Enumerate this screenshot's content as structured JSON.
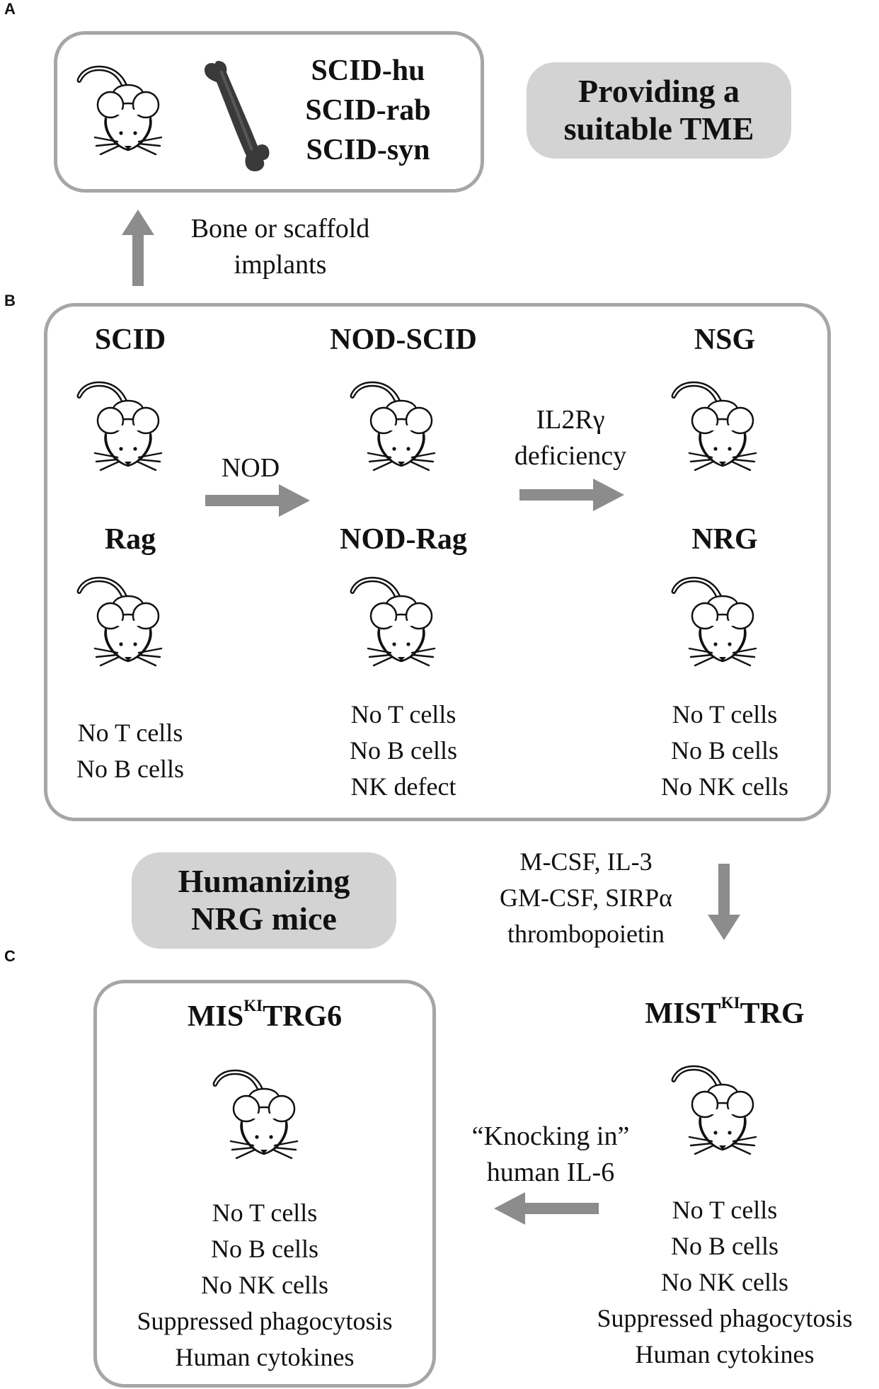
{
  "panels": {
    "a": "A",
    "b": "B",
    "c": "C"
  },
  "panel_a": {
    "models": [
      "SCID-hu",
      "SCID-rab",
      "SCID-syn"
    ],
    "badge": [
      "Providing a",
      "suitable TME"
    ],
    "arrow_label": [
      "Bone or scaffold",
      "implants"
    ]
  },
  "panel_b": {
    "scid": "SCID",
    "nod_scid": "NOD-SCID",
    "nsg": "NSG",
    "rag": "Rag",
    "nod_rag": "NOD-Rag",
    "nrg": "NRG",
    "arrow_nod": "NOD",
    "arrow_il2": [
      "IL2Rγ",
      "deficiency"
    ],
    "rag_traits": [
      "No T cells",
      "No B cells"
    ],
    "nodrag_traits": [
      "No T cells",
      "No B cells",
      "NK defect"
    ],
    "nrg_traits": [
      "No T cells",
      "No B cells",
      "No NK cells"
    ]
  },
  "middle": {
    "badge": [
      "Humanizing",
      "NRG mice"
    ],
    "arrow_label": [
      "M-CSF, IL-3",
      "GM-CSF, SIRPα",
      "thrombopoietin"
    ]
  },
  "panel_c": {
    "left_title": {
      "pre": "MIS",
      "sup": "KI",
      "post": "TRG6"
    },
    "right_title": {
      "pre": "MIST",
      "sup": "KI",
      "post": "TRG"
    },
    "arrow_label": [
      "“Knocking in”",
      "human IL-6"
    ],
    "left_traits": [
      "No T cells",
      "No B cells",
      "No NK cells",
      "Suppressed phagocytosis",
      "Human cytokines"
    ],
    "right_traits": [
      "No T cells",
      "No B cells",
      "No NK cells",
      "Suppressed phagocytosis",
      "Human cytokines"
    ]
  },
  "colors": {
    "box_border": "#a6a6a6",
    "badge_fill": "#d3d3d3",
    "arrow": "#8c8c8c",
    "bone": "#3a3a3a"
  },
  "icons": [
    "mouse-icon",
    "bone-icon",
    "arrow-up-icon",
    "arrow-right-icon",
    "arrow-down-icon",
    "arrow-left-icon"
  ]
}
